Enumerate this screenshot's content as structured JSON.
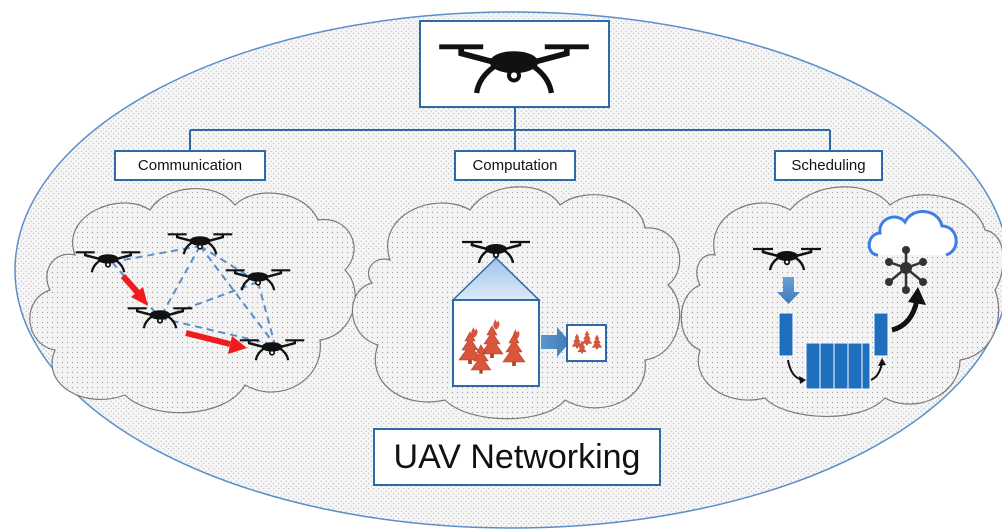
{
  "diagram": {
    "title": "UAV Networking",
    "branches": [
      {
        "label": "Communication",
        "icon": "drone-mesh-network-icon"
      },
      {
        "label": "Computation",
        "icon": "wildfire-image-compression-icon"
      },
      {
        "label": "Scheduling",
        "icon": "task-queue-to-cloud-icon"
      }
    ],
    "root_icon": "drone-icon",
    "colors": {
      "border": "#2e6aa8",
      "dashed_link": "#5b8fc7",
      "red_arrow": "#ee1c1c",
      "fire": "#d9553b",
      "queue": "#1f6fbf",
      "cloud_icon": "#3f7ee8"
    }
  }
}
